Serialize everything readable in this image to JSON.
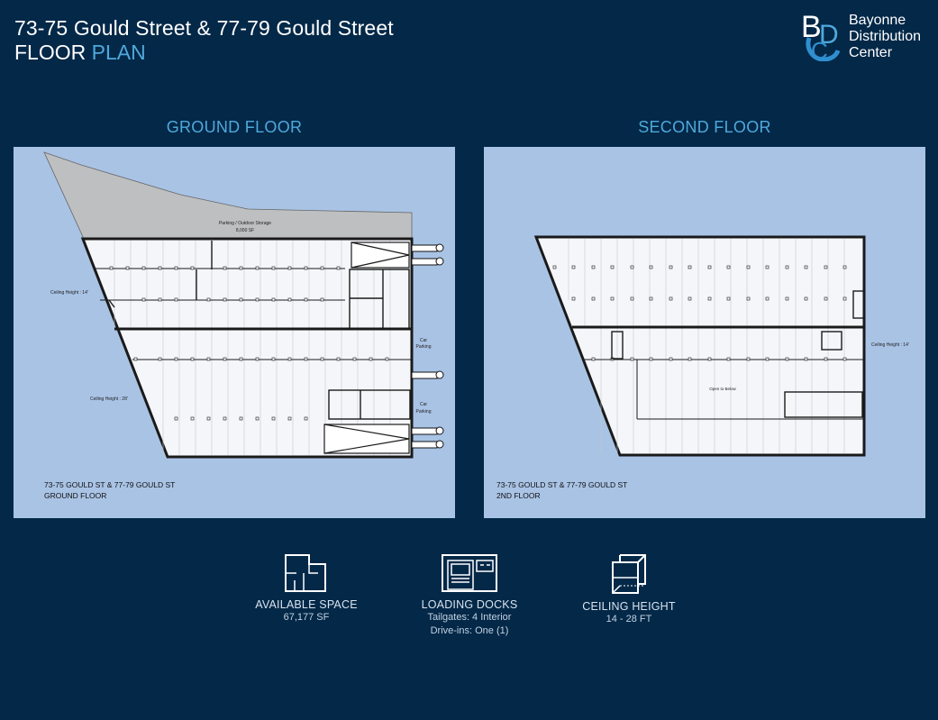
{
  "header": {
    "title_line1": "73-75 Gould Street & 77-79 Gould Street",
    "title_line2_a": "FLOOR",
    "title_line2_b": "PLAN"
  },
  "logo": {
    "letters": [
      "B",
      "D",
      "C"
    ],
    "text_lines": [
      "Bayonne",
      "Distribution",
      "Center"
    ],
    "icon": "bdc-logo-mark"
  },
  "ground_floor": {
    "heading": "GROUND FLOOR",
    "parking_label": "Parking / Outdoor Storage",
    "parking_area": "8,000 SF",
    "ceiling_upper": "Ceiling Height : 14'",
    "ceiling_lower": "Ceiling Height : 28'",
    "car_parking_1": [
      "Car",
      "Parking"
    ],
    "car_parking_2": [
      "Car",
      "Parking"
    ],
    "caption_line1": "73-75 GOULD ST & 77-79 GOULD ST",
    "caption_line2": "GROUND FLOOR"
  },
  "second_floor": {
    "heading": "SECOND FLOOR",
    "ceiling": "Ceiling Height : 14'",
    "open_label": "Open to Below",
    "caption_line1": "73-75 GOULD ST & 77-79 GOULD ST",
    "caption_line2": "2ND FLOOR"
  },
  "stats": [
    {
      "icon": "floorplan-icon",
      "title": "AVAILABLE SPACE",
      "lines": [
        "67,177 SF"
      ]
    },
    {
      "icon": "loading-dock-truck-icon",
      "title": "LOADING DOCKS",
      "lines": [
        "Tailgates: 4 Interior",
        "Drive-ins:  One (1)"
      ]
    },
    {
      "icon": "cube-icon",
      "title": "CEILING HEIGHT",
      "lines": [
        "14 - 28 FT"
      ]
    }
  ],
  "colors": {
    "background": "#032848",
    "accent": "#4fa9dc",
    "panel": "#a9c3e5",
    "floor_fill": "#f4f6f9",
    "parking_fill": "#bdbfc1"
  }
}
